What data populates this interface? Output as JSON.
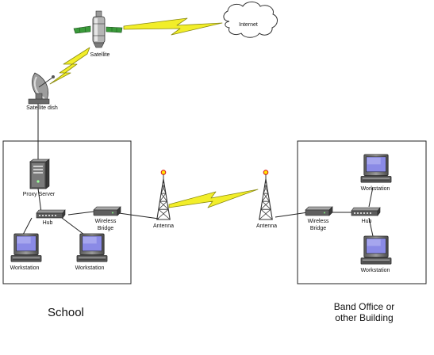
{
  "nodes": {
    "internet": "Internet",
    "satellite": "Satellite",
    "satellite_dish": "Satellite dish",
    "proxy_server": "Proxy Server",
    "hub_school": "Hub",
    "wireless_bridge_school": [
      "Wireless",
      "Bridge"
    ],
    "workstation_school_left": "Workstation",
    "workstation_school_right": "Workstation",
    "antenna_left": "Antenna",
    "antenna_right": "Antenna",
    "wireless_bridge_office": [
      "Wireless",
      "Bridge"
    ],
    "hub_office": "Hub",
    "workstation_office_top": "Workstation",
    "workstation_office_bottom": "Workstation"
  },
  "groups": {
    "school": "School",
    "office": [
      "Band Office or",
      "other Building"
    ]
  },
  "colors": {
    "lightning": "#f2ee2a",
    "lightning_outline": "#8a8a10",
    "solar_panel": "#3a9a3a",
    "screen": "#8a8ae6",
    "device": "#6b6b6b",
    "line": "#222222"
  }
}
